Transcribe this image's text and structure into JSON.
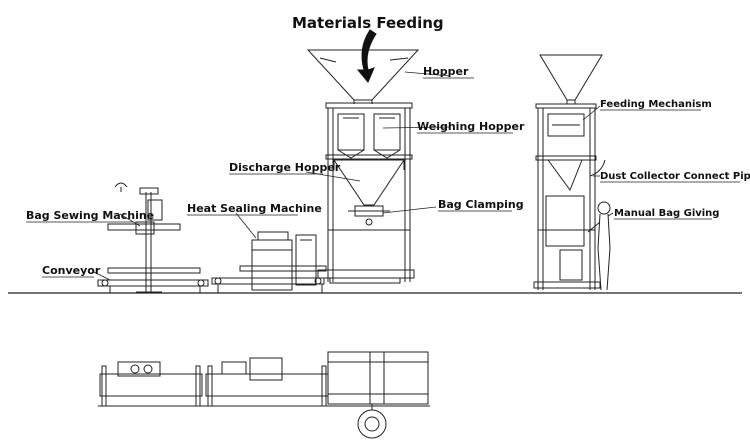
{
  "title": "Materials Feeding",
  "labels": {
    "hopper": "Hopper",
    "weighing_hopper": "Weighing Hopper",
    "discharge_hopper": "Discharge Hopper",
    "bag_clamping": "Bag Clamping",
    "heat_sealing_machine": "Heat Sealing Machine",
    "bag_sewing_machine": "Bag Sewing Machine",
    "conveyor": "Conveyor",
    "feeding_mechanism": "Feeding Mechanism",
    "dust_collector_connect_pipe": "Dust Collector Connect Pipe",
    "manual_bag_giving": "Manual Bag Giving"
  },
  "colors": {
    "line": "#222222",
    "text": "#111111",
    "background": "#ffffff"
  }
}
